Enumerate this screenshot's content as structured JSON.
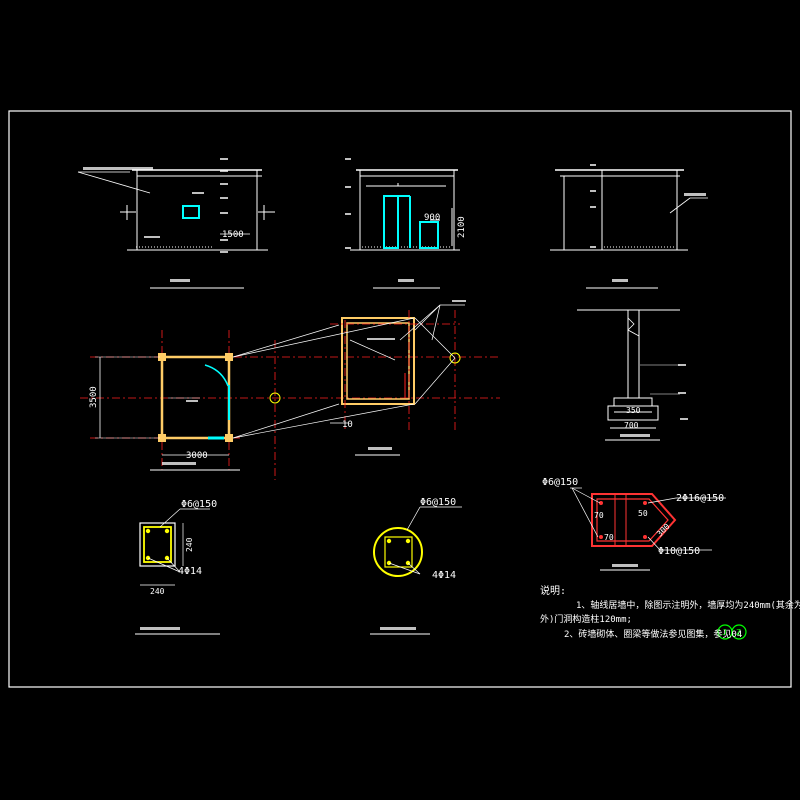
{
  "colors": {
    "background": "#000000",
    "line": "#ffffff",
    "axis": "#ff2020",
    "column": "#ffcc66",
    "rebar": "#ffff00",
    "door": "#00ffff",
    "dimension": "#ffffff",
    "leader": "#ffffff",
    "marker": "#00ff00",
    "highlight": "#ff3333"
  },
  "elevation_left": {
    "dim_1500": "1500"
  },
  "elevation_mid": {
    "dim_900": "900",
    "dim_2100": "2100"
  },
  "plan": {
    "dim_3500": "3500",
    "dim_3000": "3000",
    "dim_10": "10"
  },
  "foundation": {
    "dim_350": "350",
    "dim_700": "700"
  },
  "column_square": {
    "stirrup": "Φ6@150",
    "side": "240",
    "bottom": "240",
    "main_bars": "4Φ14"
  },
  "column_round": {
    "stirrup": "Φ6@150",
    "main_bars": "4Φ14"
  },
  "beam_detail": {
    "label_left": "Φ6@150",
    "label_right": "2Φ16@150",
    "label_bottom": "Φ10@150",
    "dim_70a": "70",
    "dim_70b": "70",
    "dim_50": "50",
    "dim_300": "300"
  },
  "notes": {
    "title": "说明:",
    "line1": "1、轴线居墙中，除图示注明外，墙厚均为240mm(其余为",
    "line2": "外)门洞构造柱120mm;",
    "line3": "2、砖墙砌体、圈梁等做法参见图集，参见04",
    "marker1": "J",
    "marker2": "Z"
  }
}
